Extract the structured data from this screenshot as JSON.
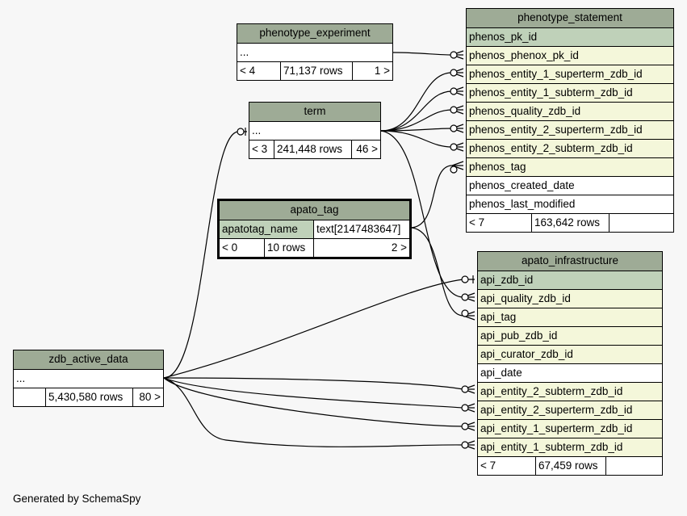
{
  "tables": {
    "phenotype_experiment": {
      "name": "phenotype_experiment",
      "columns": [
        "..."
      ],
      "footer": [
        "< 4",
        "71,137 rows",
        "1 >"
      ]
    },
    "phenotype_statement": {
      "name": "phenotype_statement",
      "columns": [
        "phenos_pk_id",
        "phenos_phenox_pk_id",
        "phenos_entity_1_superterm_zdb_id",
        "phenos_entity_1_subterm_zdb_id",
        "phenos_quality_zdb_id",
        "phenos_entity_2_superterm_zdb_id",
        "phenos_entity_2_subterm_zdb_id",
        "phenos_tag",
        "phenos_created_date",
        "phenos_last_modified"
      ],
      "footer": [
        "< 7",
        "163,642 rows",
        ""
      ]
    },
    "term": {
      "name": "term",
      "columns": [
        "..."
      ],
      "footer": [
        "< 3",
        "241,448 rows",
        "46 >"
      ]
    },
    "apato_tag": {
      "name": "apato_tag",
      "column": "apatotag_name",
      "type": "text[2147483647]",
      "footer": [
        "< 0",
        "10 rows",
        "2 >"
      ]
    },
    "apato_infrastructure": {
      "name": "apato_infrastructure",
      "columns": [
        "api_zdb_id",
        "api_quality_zdb_id",
        "api_tag",
        "api_pub_zdb_id",
        "api_curator_zdb_id",
        "api_date",
        "api_entity_2_subterm_zdb_id",
        "api_entity_2_superterm_zdb_id",
        "api_entity_1_superterm_zdb_id",
        "api_entity_1_subterm_zdb_id"
      ],
      "footer": [
        "< 7",
        "67,459 rows",
        ""
      ]
    },
    "zdb_active_data": {
      "name": "zdb_active_data",
      "columns": [
        "..."
      ],
      "footer": [
        "",
        "5,430,580 rows",
        "80 >"
      ]
    }
  },
  "credit": "Generated by SchemaSpy",
  "colors": {
    "header": "#9eab96",
    "primary_key": "#bfd1b9",
    "foreign_key": "#f4f7da",
    "background": "#f7f7f7"
  }
}
